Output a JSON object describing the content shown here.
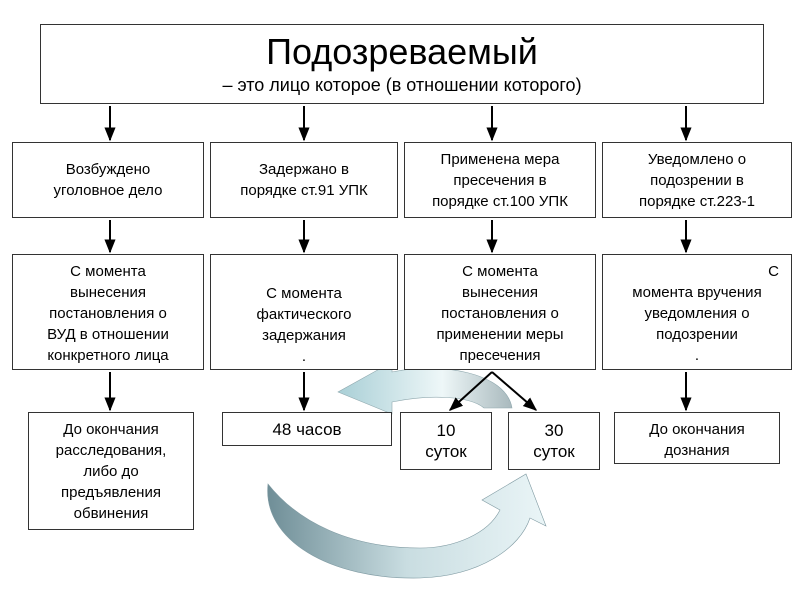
{
  "title": {
    "main": "Подозреваемый",
    "subtitle": "– это лицо которое (в отношении которого)"
  },
  "conditions": [
    {
      "lines": [
        "Возбуждено",
        "уголовное дело"
      ]
    },
    {
      "lines": [
        "Задержано в",
        "порядке ст.91 УПК"
      ]
    },
    {
      "lines": [
        "Применена мера",
        "пресечения в",
        "порядке ст.100 УПК"
      ]
    },
    {
      "lines": [
        "Уведомлено о",
        "подозрении в",
        "порядке ст.223-1"
      ]
    }
  ],
  "moments": [
    {
      "lines": [
        "С момента",
        "вынесения",
        "постановления о",
        "ВУД в отношении",
        "конкретного лица"
      ]
    },
    {
      "lines": [
        "С момента",
        "фактического",
        "задержания",
        "."
      ]
    },
    {
      "lines": [
        "С момента",
        "вынесения",
        "постановления о",
        "применении меры",
        "пресечения"
      ]
    },
    {
      "lines": [
        "С",
        "момента вручения",
        "уведомления о",
        "подозрении",
        "."
      ]
    }
  ],
  "terms": [
    {
      "lines": [
        "До окончания",
        "расследования,",
        "либо до",
        "предъявления",
        "обвинения"
      ]
    },
    {
      "lines": [
        "48 часов"
      ]
    },
    {
      "lines": [
        "10",
        "суток"
      ]
    },
    {
      "lines": [
        "30",
        "суток"
      ]
    },
    {
      "lines": [
        "До окончания",
        "дознания"
      ]
    }
  ],
  "colors": {
    "border": "#333333",
    "arrow_fill_light": "#e8f4f6",
    "arrow_fill_dark": "#7f9aa2"
  }
}
